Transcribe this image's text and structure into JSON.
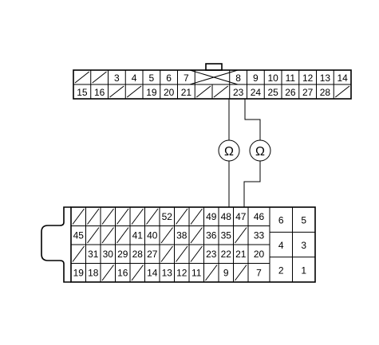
{
  "top_connector": {
    "row1": [
      "",
      "",
      "3",
      "4",
      "5",
      "6",
      "7",
      "",
      "",
      "8",
      "9",
      "10",
      "11",
      "12",
      "13",
      "14"
    ],
    "row2": [
      "15",
      "16",
      "",
      "",
      "19",
      "20",
      "21",
      "",
      "",
      "23",
      "24",
      "25",
      "26",
      "27",
      "28",
      ""
    ]
  },
  "ohm_symbol": "Ω",
  "bottom_connector": {
    "row1": [
      "",
      "",
      "",
      "",
      "",
      "",
      "52",
      "",
      "",
      "49",
      "48",
      "47"
    ],
    "row2": [
      "45",
      "",
      "",
      "",
      "41",
      "40",
      "",
      "38",
      "",
      "36",
      "35",
      ""
    ],
    "row3": [
      "",
      "31",
      "30",
      "29",
      "28",
      "27",
      "",
      "",
      "",
      "23",
      "22",
      "21"
    ],
    "row4": [
      "19",
      "18",
      "",
      "16",
      "",
      "14",
      "13",
      "12",
      "11",
      "",
      "9",
      ""
    ],
    "middle_column": [
      "46",
      "33",
      "20",
      "7"
    ],
    "right_block": [
      [
        "6",
        "5"
      ],
      [
        "4",
        "3"
      ],
      [
        "2",
        "1"
      ]
    ]
  }
}
